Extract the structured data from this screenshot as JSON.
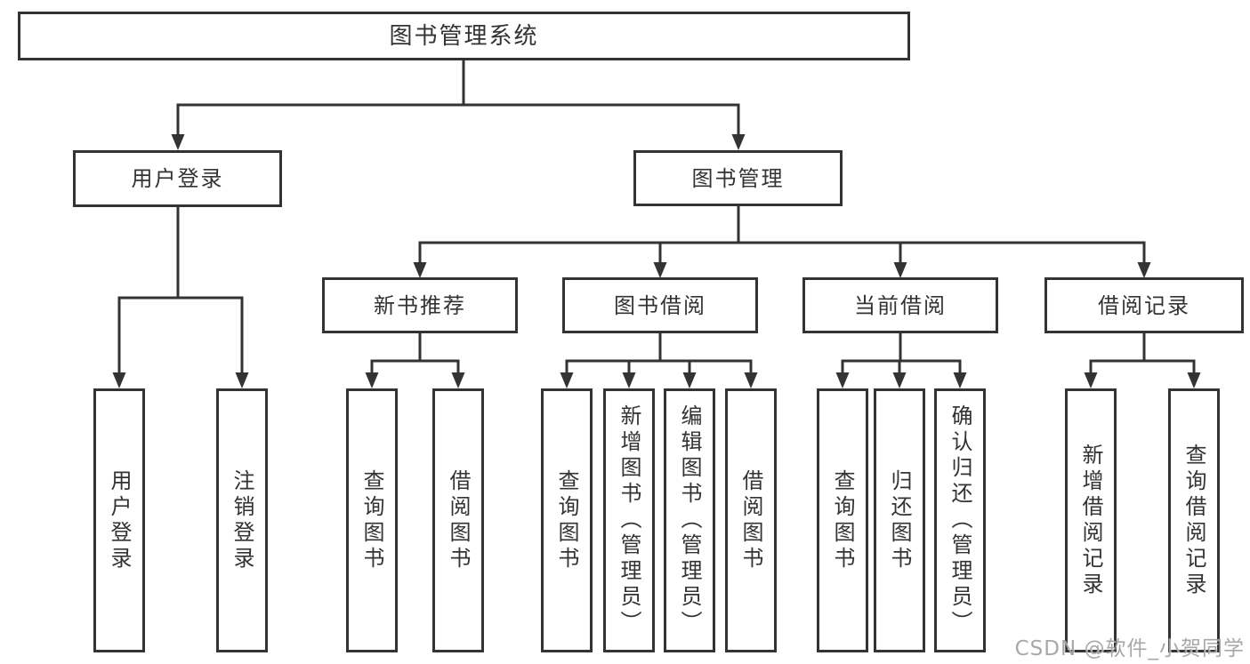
{
  "diagram": {
    "root": {
      "label": "图书管理系统",
      "children": [
        {
          "label": "用户登录",
          "children": [
            {
              "label": "用户登录"
            },
            {
              "label": "注销登录"
            }
          ]
        },
        {
          "label": "图书管理",
          "children": [
            {
              "label": "新书推荐",
              "children": [
                {
                  "label": "查询图书"
                },
                {
                  "label": "借阅图书"
                }
              ]
            },
            {
              "label": "图书借阅",
              "children": [
                {
                  "label": "查询图书"
                },
                {
                  "label": "新增图书（管理员）"
                },
                {
                  "label": "编辑图书（管理员）"
                },
                {
                  "label": "借阅图书"
                }
              ]
            },
            {
              "label": "当前借阅",
              "children": [
                {
                  "label": "查询图书"
                },
                {
                  "label": "归还图书"
                },
                {
                  "label": "确认归还（管理员）"
                }
              ]
            },
            {
              "label": "借阅记录",
              "children": [
                {
                  "label": "新增借阅记录"
                },
                {
                  "label": "查询借阅记录"
                }
              ]
            }
          ]
        }
      ]
    },
    "colors": {
      "line": "#333333",
      "text": "#333333",
      "background": "#ffffff"
    }
  },
  "watermark": {
    "text": "CSDN @软件_小贺同学",
    "color": "#9e9e9e"
  }
}
